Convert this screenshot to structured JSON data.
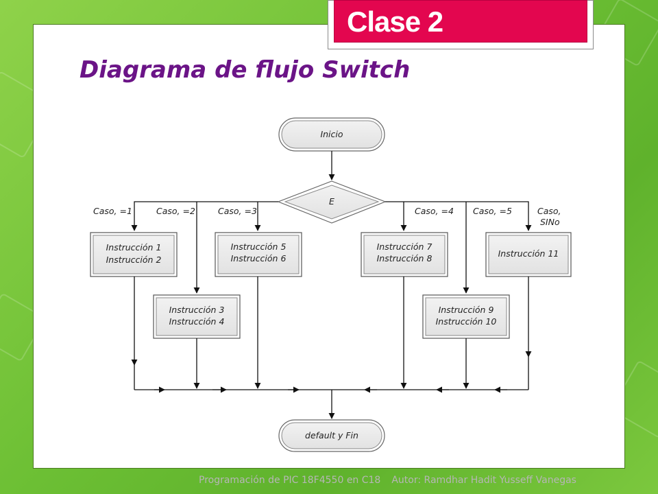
{
  "slide": {
    "badge": "Clase 2",
    "title": "Diagrama de flujo Switch",
    "footer_left": "Programación de PIC 18F4550 en C18",
    "footer_right": "Autor: Ramdhar Hadit Yusseff Vanegas"
  },
  "flowchart": {
    "start": "Inicio",
    "decision": "E",
    "cases": [
      "Caso, =1",
      "Caso, =2",
      "Caso, =3",
      "Caso, =4",
      "Caso, =5",
      "Caso,",
      "SINo"
    ],
    "boxes": [
      [
        "Instrucción 1",
        "Instrucción 2"
      ],
      [
        "Instrucción 3",
        "Instrucción 4"
      ],
      [
        "Instrucción 5",
        "Instrucción 6"
      ],
      [
        "Instrucción 7",
        "Instrucción 8"
      ],
      [
        "Instrucción 9",
        "Instrucción 10"
      ],
      [
        "Instrucción 11"
      ]
    ],
    "end": "default y Fin"
  },
  "colors": {
    "badge": "#e3064f",
    "title": "#6b1487",
    "background": "#6cbf34"
  }
}
